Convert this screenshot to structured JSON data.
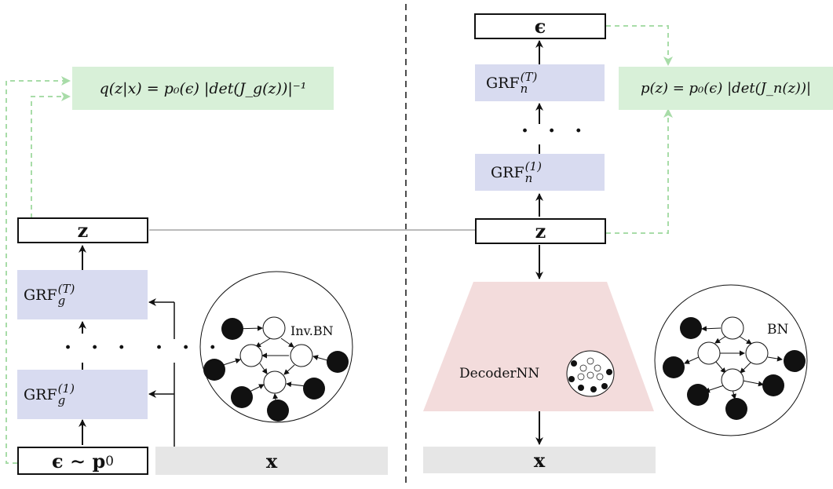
{
  "left": {
    "z_label": "z",
    "grf_top": {
      "base": "GRF",
      "sub": "g",
      "sup": "(T)"
    },
    "grf_bottom": {
      "base": "GRF",
      "sub": "g",
      "sup": "(1)"
    },
    "dots": "· · ·",
    "x_dots": "· · ·",
    "eps_label": "ϵ ∼ p",
    "eps_sub": "0",
    "x_label": "x",
    "bn_label": "Inv.BN",
    "equation": "q(z|x) = p₀(ϵ) |det(J_g(z))|⁻¹"
  },
  "right": {
    "eps_label": "ϵ",
    "grf_top": {
      "base": "GRF",
      "sub": "n",
      "sup": "(T)"
    },
    "grf_bottom": {
      "base": "GRF",
      "sub": "n",
      "sup": "(1)"
    },
    "dots": "· · ·",
    "z_label": "z",
    "decoder_label": "DecoderNN",
    "x_label": "x",
    "bn_label": "BN",
    "equation": "p(z) = p₀(ϵ) |det(J_n(z))|"
  },
  "colors": {
    "grf_fill": "#d8dbf0",
    "eq_fill": "#d8f0d8",
    "decoder_fill": "#f3dcdc",
    "x_fill": "#e6e6e6",
    "green_arrow": "#99d699"
  }
}
